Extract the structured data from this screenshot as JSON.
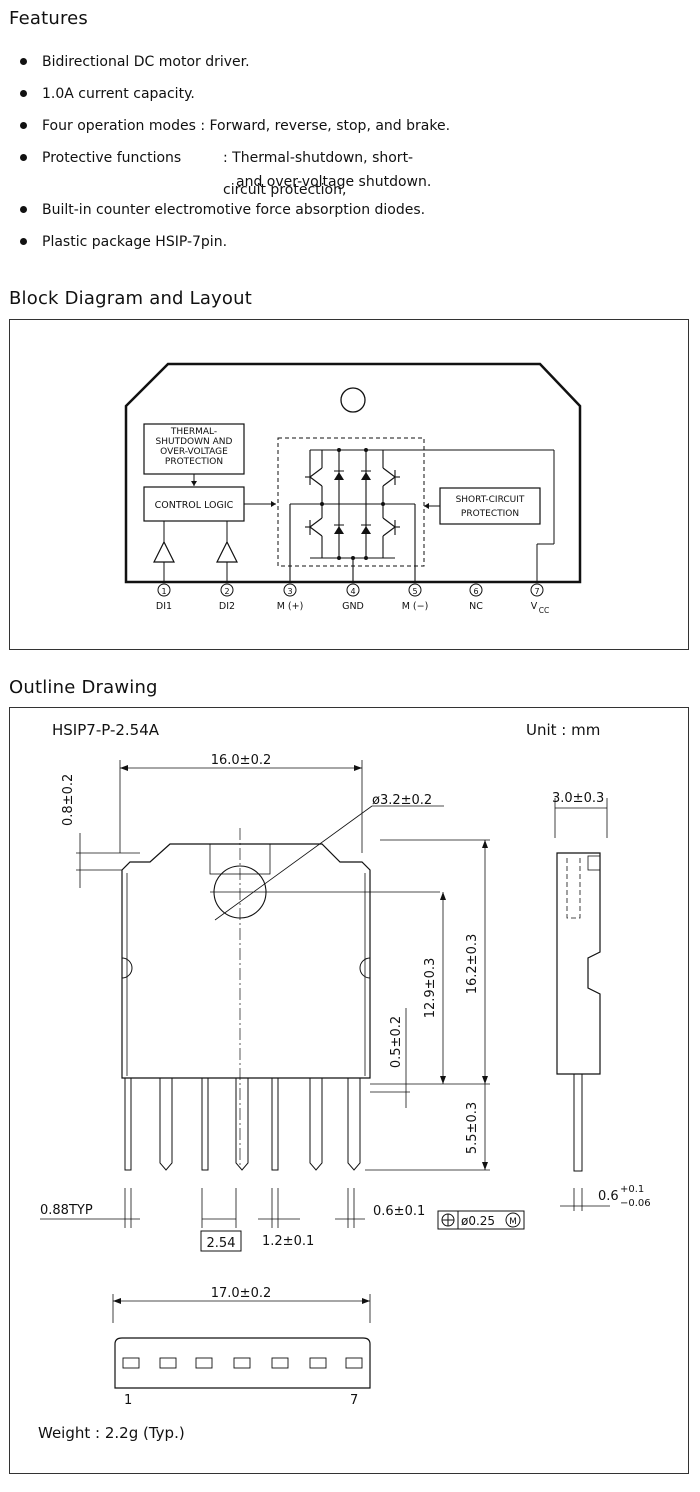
{
  "features": {
    "title": "Features",
    "items": [
      "Bidirectional DC motor driver.",
      "1.0A current capacity.",
      "Four operation modes : Forward, reverse, stop, and brake.",
      "Protective functions",
      "Built-in counter electromotive force absorption diodes.",
      "Plastic package HSIP-7pin."
    ],
    "protective_detail_1": ": Thermal-shutdown, short-circuit protection,",
    "protective_detail_2": "and over-voltage shutdown."
  },
  "block_diagram": {
    "title": "Block Diagram and Layout",
    "thermal_lines": [
      "THERMAL-",
      "SHUTDOWN AND",
      "OVER-VOLTAGE",
      "PROTECTION"
    ],
    "control_logic": "CONTROL LOGIC",
    "short_circuit_lines": [
      "SHORT-CIRCUIT",
      "PROTECTION"
    ],
    "pins": [
      {
        "num": "1",
        "label": "DI1"
      },
      {
        "num": "2",
        "label": "DI2"
      },
      {
        "num": "3",
        "label": "M (+)"
      },
      {
        "num": "4",
        "label": "GND"
      },
      {
        "num": "5",
        "label": "M (−)"
      },
      {
        "num": "6",
        "label": "NC"
      },
      {
        "num": "7",
        "label": "V",
        "sub": "CC"
      }
    ]
  },
  "outline": {
    "title": "Outline Drawing",
    "package": "HSIP7-P-2.54A",
    "unit": "Unit : mm",
    "dims": {
      "width": "16.0±0.2",
      "hole": "ø3.2±0.2",
      "tab": "0.8±0.2",
      "thickness": "3.0±0.3",
      "height": "16.2±0.3",
      "hole_pos": "12.9±0.3",
      "standoff": "0.5±0.2",
      "lead_len": "5.5±0.3",
      "lead_typ": "0.88TYP",
      "pitch": "2.54",
      "lead_w": "1.2±0.1",
      "lead_t": "0.6±0.1",
      "tolerance": "ø0.25",
      "tolerance_mark": "M",
      "lead_thk_base": "0.6",
      "lead_thk_plus": "+0.1",
      "lead_thk_minus": "−0.06",
      "length": "17.0±0.2",
      "pin_first": "1",
      "pin_last": "7"
    },
    "weight": "Weight : 2.2g (Typ.)"
  }
}
